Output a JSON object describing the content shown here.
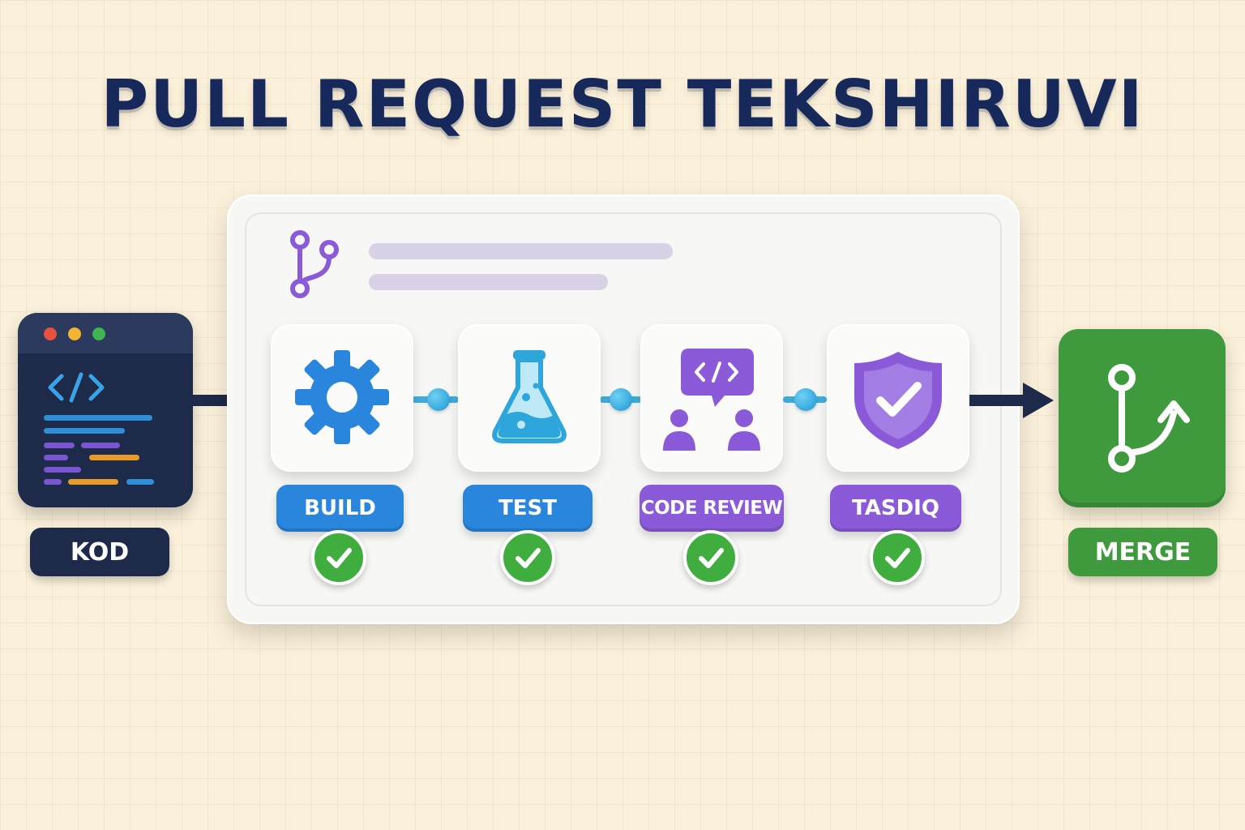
{
  "title": "PULL REQUEST TEKSHIRUVI",
  "source": {
    "label": "KOD",
    "icon": "code-window-icon"
  },
  "stages": [
    {
      "label": "BUILD",
      "icon": "gear-icon",
      "status": "passed",
      "color": "#2a86dc"
    },
    {
      "label": "TEST",
      "icon": "flask-icon",
      "status": "passed",
      "color": "#2a86dc"
    },
    {
      "label": "CODE REVIEW",
      "icon": "code-review-icon",
      "status": "passed",
      "color": "#8a5ad8"
    },
    {
      "label": "TASDIQ",
      "icon": "shield-check-icon",
      "status": "passed",
      "color": "#8a5ad8"
    }
  ],
  "target": {
    "label": "MERGE",
    "icon": "merge-icon"
  },
  "colors": {
    "background": "#fbf1db",
    "title": "#17295a",
    "blue": "#2a86dc",
    "purple": "#8a5ad8",
    "green": "#3f9a3e",
    "navy": "#1e2a4a"
  }
}
